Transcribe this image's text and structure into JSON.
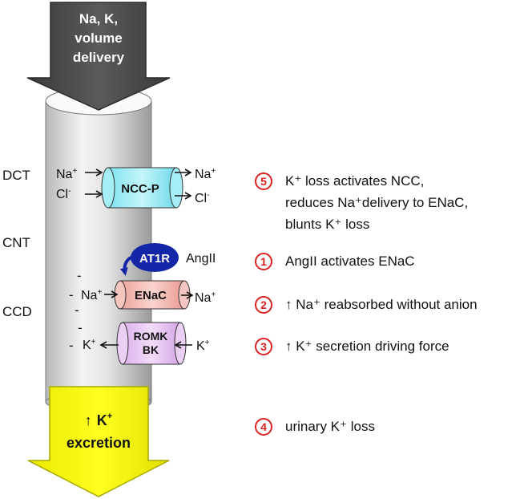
{
  "top_arrow": {
    "lines": [
      "Na, K,",
      "volume",
      "delivery"
    ]
  },
  "bottom_arrow": {
    "arrow_glyph": "↑",
    "k_label": "K",
    "plus": "+",
    "line2": "excretion"
  },
  "segments": {
    "dct": "DCT",
    "cnt": "CNT",
    "ccd": "CCD"
  },
  "ncc": {
    "label": "NCC-P",
    "na_in": "Na",
    "na_in_sup": "+",
    "cl_in": "Cl",
    "cl_in_sup": "-",
    "na_out": "Na",
    "na_out_sup": "+",
    "cl_out": "Cl",
    "cl_out_sup": "-"
  },
  "at1r": {
    "label": "AT1R",
    "ligand": "AngII"
  },
  "enac": {
    "label": "ENaC",
    "na_in": "Na",
    "na_in_sup": "+",
    "na_out": "Na",
    "na_out_sup": "+"
  },
  "romk": {
    "line1": "ROMK",
    "line2": "BK",
    "k_in": "K",
    "k_in_sup": "+",
    "k_out": "K",
    "k_out_sup": "+"
  },
  "minus_sign": "-",
  "notes": [
    {
      "num": "5",
      "lines": [
        "K⁺ loss activates NCC,",
        "reduces Na⁺delivery to ENaC,",
        "blunts K⁺ loss"
      ]
    },
    {
      "num": "1",
      "lines": [
        "AngII activates ENaC"
      ]
    },
    {
      "num": "2",
      "lines": [
        "↑ Na⁺ reabsorbed without anion"
      ]
    },
    {
      "num": "3",
      "lines": [
        "↑ K⁺ secretion driving force"
      ]
    },
    {
      "num": "4",
      "lines": [
        "urinary K⁺ loss"
      ]
    }
  ],
  "colors": {
    "top_arrow": "#4a4a4a",
    "bottom_arrow": "#ffff00",
    "ncc": "#8fe8f4",
    "enac": "#f3b9b3",
    "romk": "#e6c4f0",
    "at1r": "#1426a8",
    "note_number": "#dd2222"
  }
}
